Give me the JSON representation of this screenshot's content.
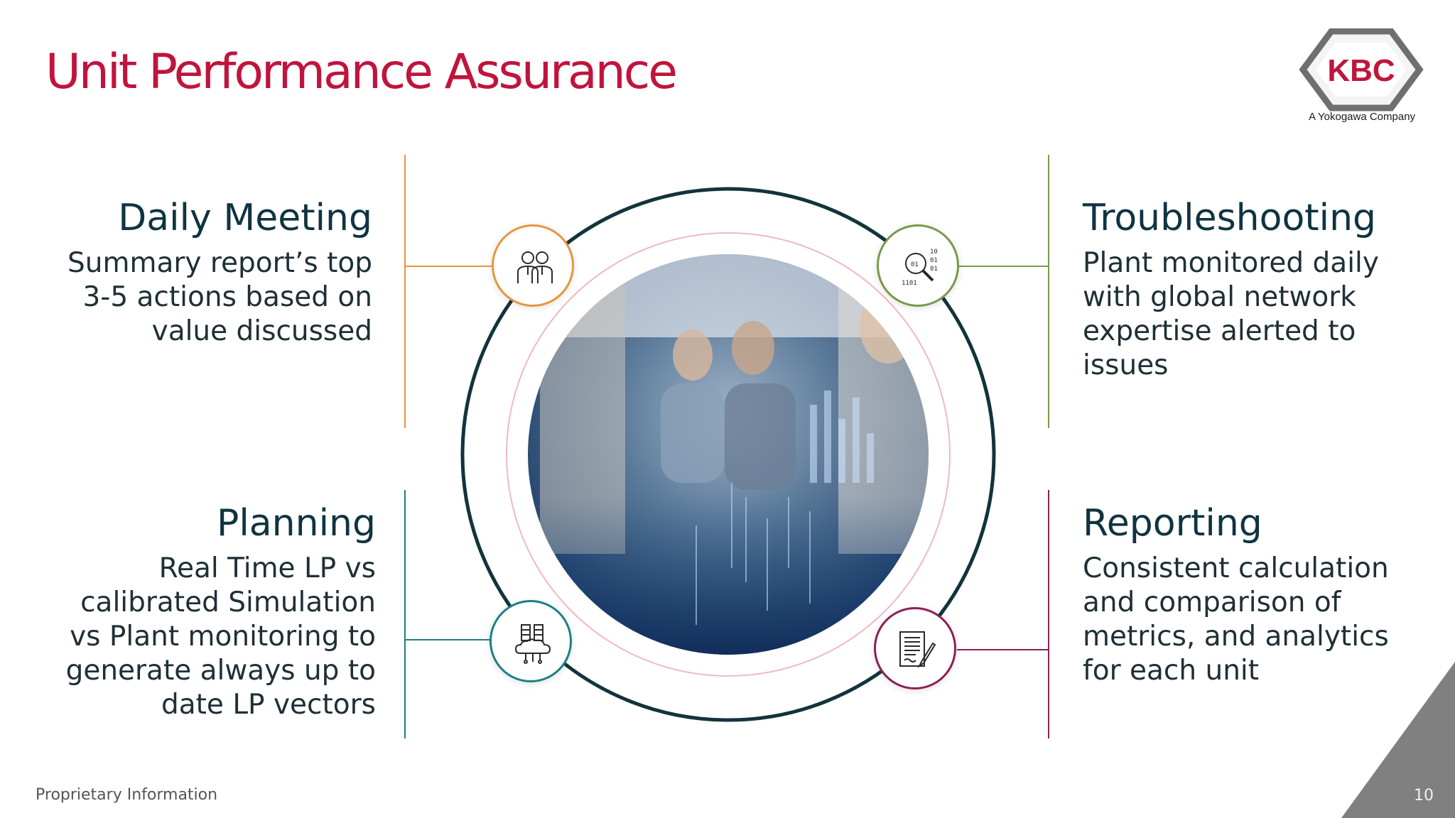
{
  "title": "Unit Performance Assurance",
  "logo": {
    "text": "KBC",
    "subtitle": "A Yokogawa Company"
  },
  "sections": {
    "daily_meeting": {
      "heading": "Daily Meeting",
      "body": "Summary report’s top 3-5 actions based on value discussed",
      "color": "#e8963a",
      "icon": "team-icon"
    },
    "troubleshooting": {
      "heading": "Troubleshooting",
      "body": "Plant monitored daily with global network expertise alerted to issues",
      "color": "#7a9a4a",
      "icon": "binary-search-icon"
    },
    "planning": {
      "heading": "Planning",
      "body": "Real Time LP vs calibrated Simulation vs Plant monitoring to generate always up to date LP vectors",
      "color": "#1f7f86",
      "icon": "cloud-servers-icon"
    },
    "reporting": {
      "heading": "Reporting",
      "body": "Consistent calculation and comparison of metrics, and analytics for each unit",
      "color": "#8c1f56",
      "icon": "document-pen-icon"
    }
  },
  "footer": {
    "text": "Proprietary Information",
    "page": "10"
  },
  "colors": {
    "title": "#c0143c",
    "ring": "#12343c",
    "accent_gray": "#808080"
  }
}
